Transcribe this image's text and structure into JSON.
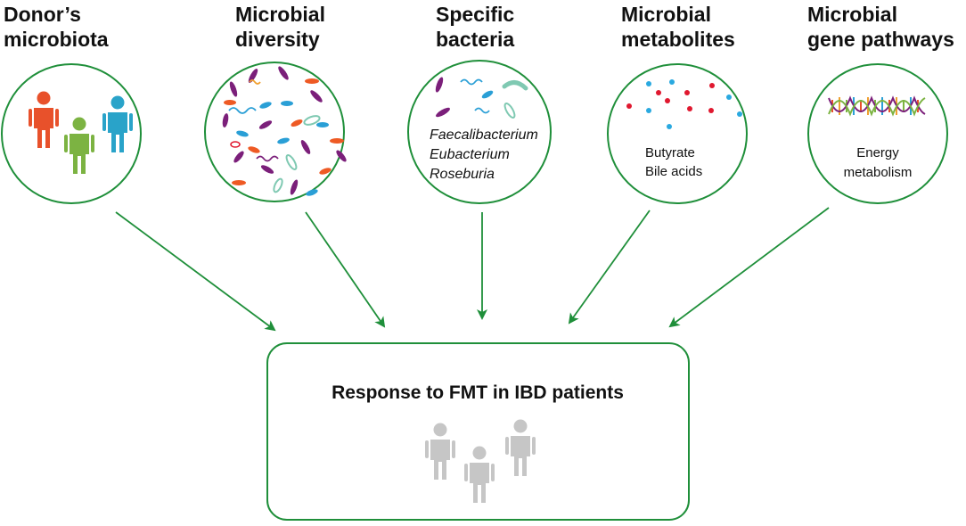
{
  "factors": [
    {
      "id": "donor",
      "title_lines": [
        "Donor’s",
        "microbiota"
      ],
      "content_lines": []
    },
    {
      "id": "diversity",
      "title_lines": [
        "Microbial",
        "diversity"
      ],
      "content_lines": []
    },
    {
      "id": "bacteria",
      "title_lines": [
        "Specific",
        "bacteria"
      ],
      "content_lines": [
        "Faecalibacterium",
        "Eubacterium",
        "Roseburia"
      ]
    },
    {
      "id": "metabolites",
      "title_lines": [
        "Microbial",
        "metabolites"
      ],
      "content_lines": [
        "Butyrate",
        "Bile acids"
      ]
    },
    {
      "id": "pathways",
      "title_lines": [
        "Microbial",
        "gene pathways"
      ],
      "content_lines": [
        "Energy",
        "metabolism"
      ]
    }
  ],
  "outcome": {
    "title": "Response to FMT in IBD patients"
  },
  "colors": {
    "accent_green": "#1f8f3a",
    "person_orange": "#e8512b",
    "person_green": "#7cb342",
    "person_blue": "#29a3c9",
    "person_gray": "#c6c6c6",
    "microbe_purple": "#7b1f7a",
    "microbe_blue": "#2a9fd6",
    "microbe_orange": "#ee5a24",
    "microbe_teal": "#7fc9b2",
    "metabolite_red": "#e0182f",
    "metabolite_blue": "#2aa9e0"
  },
  "icons": [
    "person-icon",
    "bacterium-icon",
    "metabolite-dot-icon",
    "dna-helix-icon",
    "arrow-icon"
  ]
}
